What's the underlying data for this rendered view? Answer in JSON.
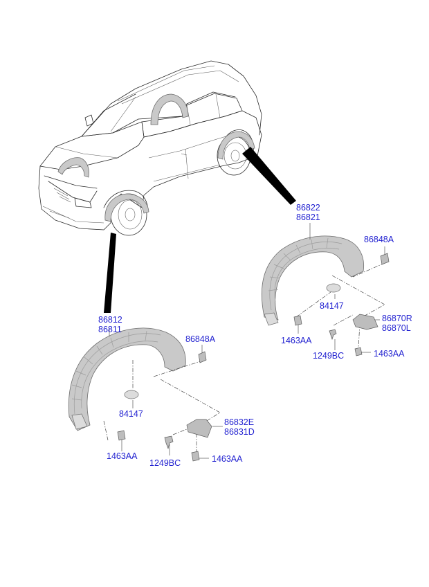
{
  "labels": {
    "rear_liner_rh": "86822",
    "rear_liner_lh": "86821",
    "rear_clip": "86848A",
    "rear_plug": "84147",
    "rear_nut_left": "1463AA",
    "rear_mudguard_r": "86870R",
    "rear_mudguard_l": "86870L",
    "rear_screw": "1249BC",
    "rear_nut_right": "1463AA",
    "front_liner_rh": "86812",
    "front_liner_lh": "86811",
    "front_clip": "86848A",
    "front_plug": "84147",
    "front_nut_left": "1463AA",
    "front_mudguard_e": "86832E",
    "front_mudguard_d": "86831D",
    "front_screw": "1249BC",
    "front_nut_right": "1463AA"
  },
  "colors": {
    "label": "#1f1fd0",
    "line": "#2a2a2a",
    "part_fill": "#c9c9c9"
  }
}
